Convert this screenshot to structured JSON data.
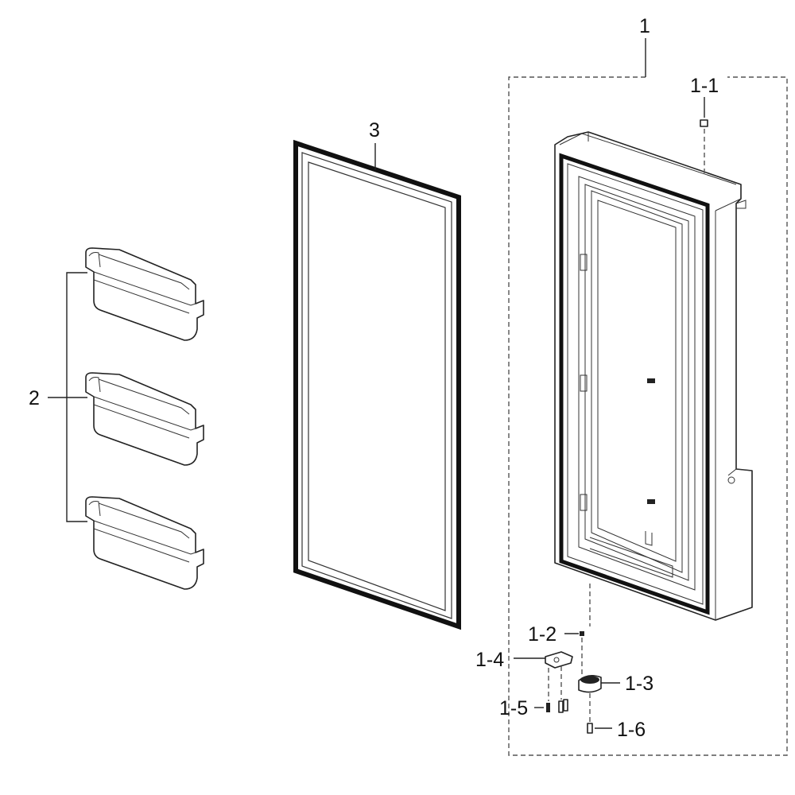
{
  "labels": {
    "assembly": "1",
    "hinge_cap": "1-1",
    "pin": "1-2",
    "hinge_cam": "1-3",
    "bracket": "1-4",
    "screw_a": "1-5",
    "screw_b": "1-6",
    "door_guard": "2",
    "gasket": "3"
  },
  "colors": {
    "line": "#222222",
    "background": "#ffffff"
  }
}
